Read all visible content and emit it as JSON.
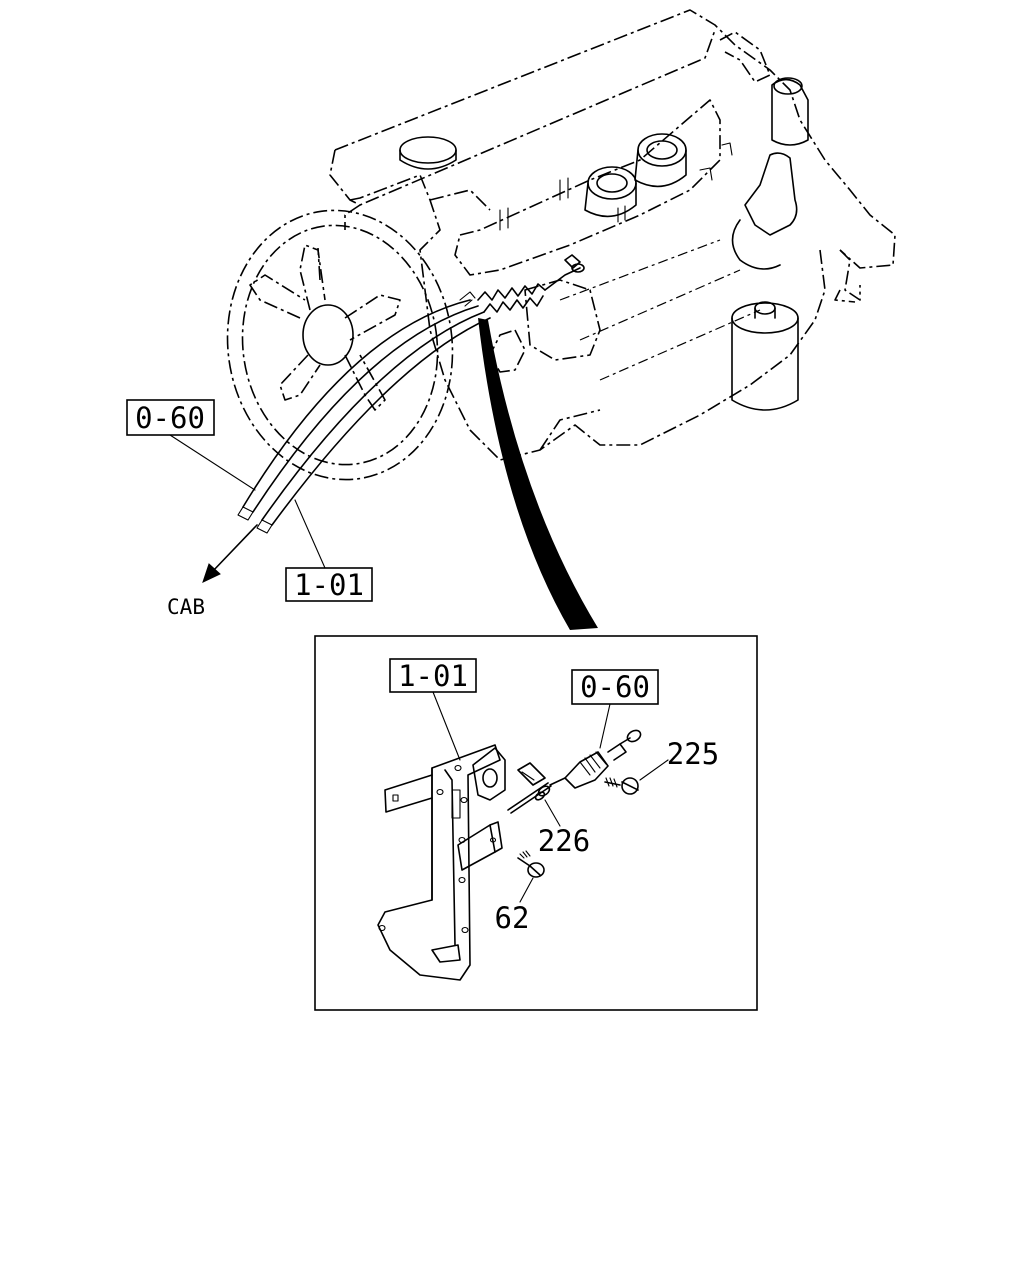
{
  "callouts": {
    "ref_060_main": "0-60",
    "ref_101_main": "1-01",
    "cab": "CAB",
    "ref_101_detail": "1-01",
    "ref_060_detail": "0-60",
    "part_225": "225",
    "part_226": "226",
    "part_62": "62"
  },
  "colors": {
    "line": "#000000",
    "background": "#ffffff"
  }
}
